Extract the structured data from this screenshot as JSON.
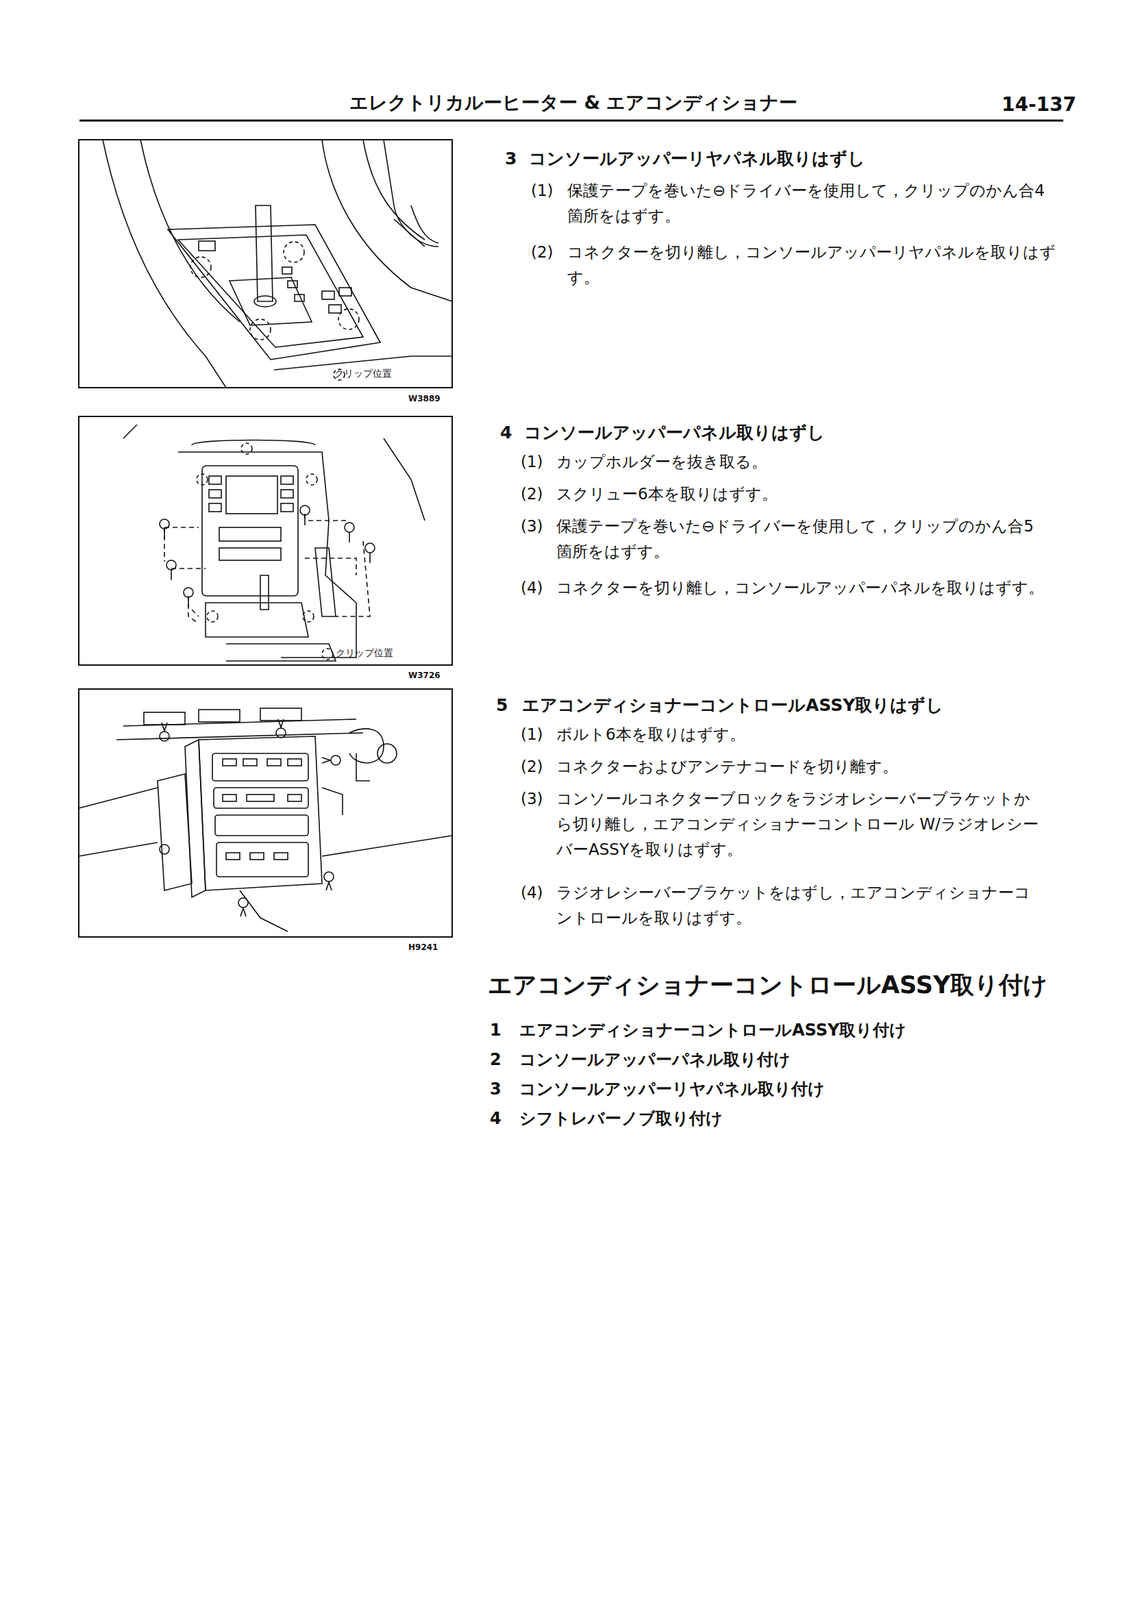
{
  "diagram": {
    "title": "エレクトリカルーヒーター & エアコンディショナー",
    "labels": [
      "14-137",
      "3",
      "コンソールアッパーリヤパネル取りはずし",
      "(1)",
      "保護テープを巻いた⊖ドライバーを使用して，クリップのかん合4箇所をはずす。",
      "(2)",
      "コネクターを切り離し，コンソールアッパーリヤパネルを取りはずす。",
      "クリップ位置",
      "W3889",
      "4",
      "コンソールアッパーパネル取りはずし",
      "(1)",
      "カップホルダーを抜き取る。",
      "(2)",
      "スクリュー6本を取りはずす。",
      "(3)",
      "保護テープを巻いた⊖ドライバーを使用して，クリップのかん合5箇所をはずす。",
      "(4)",
      "コネクターを切り離し，コンソールアッパーパネルを取りはずす。",
      "クリップ位置",
      "W3726",
      "5",
      "エアコンディショナーコントロールASSY取りはずし",
      "(1)",
      "ボルト6本を取りはずす。",
      "(2)",
      "コネクターおよびアンテナコードを切り離す。",
      "(3)",
      "コンソールコネクターブロックをラジオレシーバーブラケットから切り離し，エアコンディショナーコントロール W/ラジオレシーバーASSYを取りはずす。",
      "(4)",
      "ラジオレシーバーブラケットをはずし，エアコンディショナーコントロールを取りはずす。",
      "H9241",
      "エアコンディショナーコントロールASSY取り付け",
      "1",
      "エアコンディショナーコントロールASSY取り付け",
      "2",
      "コンソールアッパーパネル取り付け",
      "3",
      "コンソールアッパーリヤパネル取り付け",
      "4",
      "シフトレバーノブ取り付け"
    ]
  }
}
